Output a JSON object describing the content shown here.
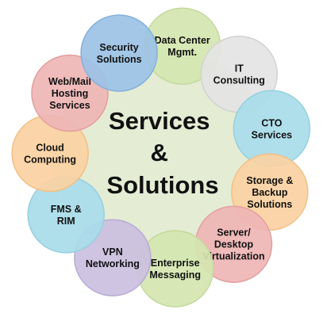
{
  "center": {
    "lines": [
      "Services",
      "&",
      "Solutions"
    ],
    "fill": "#e4ecd3"
  },
  "nodes": [
    {
      "id": "data-center",
      "lines": [
        "Data Center",
        "Mgmt."
      ],
      "fill": "#d4e6b0",
      "stroke": "#c4d99c"
    },
    {
      "id": "it-consulting",
      "lines": [
        "IT",
        "Consulting"
      ],
      "fill": "#e4e4e4",
      "stroke": "#d2d2d2"
    },
    {
      "id": "cto-services",
      "lines": [
        "CTO",
        "Services"
      ],
      "fill": "#a9dcea",
      "stroke": "#95cfdf"
    },
    {
      "id": "storage-backup",
      "lines": [
        "Storage &",
        "Backup",
        "Solutions"
      ],
      "fill": "#fbd1a2",
      "stroke": "#f3bf86"
    },
    {
      "id": "server-desktop",
      "lines": [
        "Server/",
        "Desktop",
        "Virtualization"
      ],
      "fill": "#efb5b5",
      "stroke": "#e49f9f"
    },
    {
      "id": "enterprise-messaging",
      "lines": [
        "Enterprise",
        "Messaging"
      ],
      "fill": "#d4e6b0",
      "stroke": "#c4d99c"
    },
    {
      "id": "vpn-networking",
      "lines": [
        "VPN",
        "Networking"
      ],
      "fill": "#cbbfe0",
      "stroke": "#b8aad4"
    },
    {
      "id": "fms-rim",
      "lines": [
        "FMS &",
        "RIM"
      ],
      "fill": "#a9dcea",
      "stroke": "#95cfdf"
    },
    {
      "id": "cloud-computing",
      "lines": [
        "Cloud",
        "Computing"
      ],
      "fill": "#fbd1a2",
      "stroke": "#f3bf86"
    },
    {
      "id": "web-mail-hosting",
      "lines": [
        "Web/Mail",
        "Hosting",
        "Services"
      ],
      "fill": "#efb5b5",
      "stroke": "#e49f9f"
    },
    {
      "id": "security-solutions",
      "lines": [
        "Security",
        "Solutions"
      ],
      "fill": "#9cc2e6",
      "stroke": "#85b1dc"
    }
  ]
}
